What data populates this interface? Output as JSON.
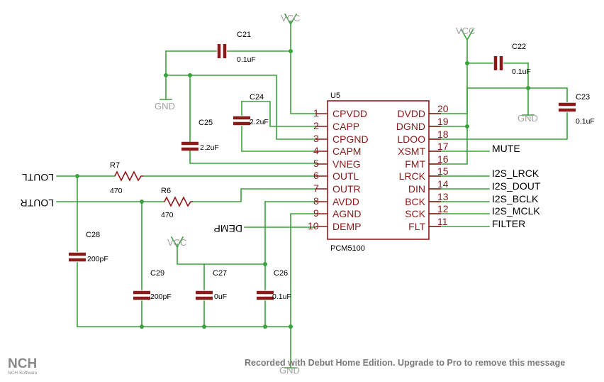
{
  "chip": {
    "ref": "U5",
    "part": "PCM5100",
    "left_pins": [
      {
        "num": "1",
        "name": "CPVDD"
      },
      {
        "num": "2",
        "name": "CAPP"
      },
      {
        "num": "3",
        "name": "CPGND"
      },
      {
        "num": "4",
        "name": "CAPM"
      },
      {
        "num": "5",
        "name": "VNEG"
      },
      {
        "num": "6",
        "name": "OUTL"
      },
      {
        "num": "7",
        "name": "OUTR"
      },
      {
        "num": "8",
        "name": "AVDD"
      },
      {
        "num": "9",
        "name": "AGND"
      },
      {
        "num": "10",
        "name": "DEMP"
      }
    ],
    "right_pins": [
      {
        "num": "20",
        "name": "DVDD"
      },
      {
        "num": "19",
        "name": "DGND"
      },
      {
        "num": "18",
        "name": "LDOO"
      },
      {
        "num": "17",
        "name": "XSMT"
      },
      {
        "num": "16",
        "name": "FMT"
      },
      {
        "num": "15",
        "name": "LRCK"
      },
      {
        "num": "14",
        "name": "DIN"
      },
      {
        "num": "13",
        "name": "BCK"
      },
      {
        "num": "12",
        "name": "SCK"
      },
      {
        "num": "11",
        "name": "FLT"
      }
    ]
  },
  "components": {
    "c21": {
      "ref": "C21",
      "value": "0.1uF"
    },
    "c22": {
      "ref": "C22",
      "value": "0.1uF"
    },
    "c23": {
      "ref": "C23",
      "value": "0.1uF"
    },
    "c24": {
      "ref": "C24",
      "value": "2.2uF"
    },
    "c25": {
      "ref": "C25",
      "value": "2.2uF"
    },
    "c26": {
      "ref": "C26",
      "value": "0.1uF"
    },
    "c27": {
      "ref": "C27",
      "value": "0uF"
    },
    "c28": {
      "ref": "C28",
      "value": "200pF"
    },
    "c29": {
      "ref": "C29",
      "value": "200pF"
    },
    "r6": {
      "ref": "R6",
      "value": "470"
    },
    "r7": {
      "ref": "R7",
      "value": "470"
    }
  },
  "nets": {
    "mute": "MUTE",
    "i2s_lrck": "I2S_LRCK",
    "i2s_dout": "I2S_DOUT",
    "i2s_bclk": "I2S_BCLK",
    "i2s_mclk": "I2S_MCLK",
    "filter": "FILTER",
    "loutl": "LOUTL",
    "loutr": "LOUTR",
    "demp": "DEMP"
  },
  "supplies": {
    "vcc1": "VCC",
    "vcc2": "VCC",
    "vcc3": "VCC",
    "gnd1": "GND",
    "gnd2": "GND",
    "gnd3": "GND"
  },
  "watermark": {
    "text": "Recorded with Debut Home Edition. Upgrade to Pro to remove this message",
    "logo": "NCH",
    "logo_sub": "NCH Software"
  }
}
